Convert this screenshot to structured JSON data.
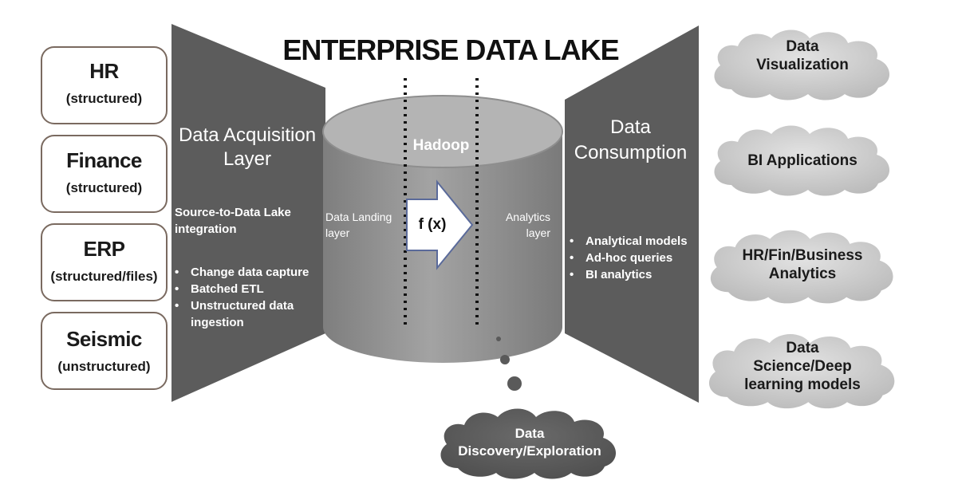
{
  "title": "ENTERPRISE DATA LAKE",
  "sources": [
    {
      "name": "HR",
      "sub": "(structured)"
    },
    {
      "name": "Finance",
      "sub": "(structured)"
    },
    {
      "name": "ERP",
      "sub": "(structured/files)"
    },
    {
      "name": "Seismic",
      "sub": "(unstructured)"
    }
  ],
  "acquisition": {
    "title_line1": "Data Acquisition",
    "title_line2": "Layer",
    "intro_line1": "Source-to-Data Lake",
    "intro_line2": "integration",
    "bullets": [
      "Change data capture",
      "Batched ETL",
      "Unstructured data",
      "ingestion"
    ]
  },
  "lake": {
    "hadoop_label": "Hadoop",
    "landing_line1": "Data Landing",
    "landing_line2": "layer",
    "analytics_line1": "Analytics",
    "analytics_line2": "layer",
    "function_label": "f (x)"
  },
  "consumption": {
    "title_line1": "Data",
    "title_line2": "Consumption",
    "bullets": [
      "Analytical models",
      "Ad-hoc queries",
      "BI analytics"
    ]
  },
  "clouds": [
    {
      "lines": [
        "Data",
        "Visualization"
      ]
    },
    {
      "lines": [
        "BI Applications"
      ]
    },
    {
      "lines": [
        "HR/Fin/Business",
        "Analytics"
      ]
    },
    {
      "lines": [
        "Data",
        "Science/Deep",
        "learning models"
      ]
    }
  ],
  "discovery": {
    "lines": [
      "Data",
      "Discovery/Exploration"
    ]
  },
  "colors": {
    "panel": "#5c5c5c",
    "cylinder_body": "#8f8f8f",
    "cylinder_top": "#b4b4b4",
    "cloud_light": "#cfcfcf",
    "cloud_dark": "#5a5a5a",
    "source_border": "#7a6a60"
  }
}
